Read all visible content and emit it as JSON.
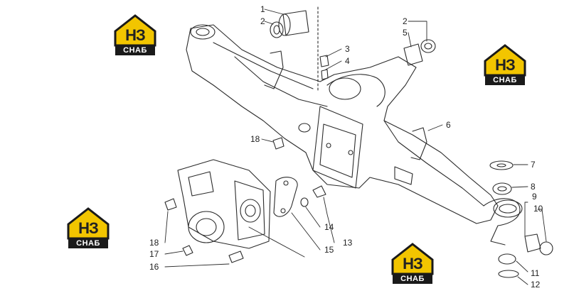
{
  "logo": {
    "mark": "НЗ",
    "text": "СНАБ",
    "accent": "#f2c500",
    "dark": "#1a1a1a"
  },
  "labels": [
    "1",
    "2",
    "3",
    "4",
    "2",
    "5",
    "6",
    "7",
    "8",
    "9",
    "10",
    "11",
    "12",
    "18",
    "18",
    "17",
    "16",
    "14",
    "13",
    "15"
  ],
  "colors": {
    "line": "#2b2b2b",
    "fill": "#ffffff"
  }
}
